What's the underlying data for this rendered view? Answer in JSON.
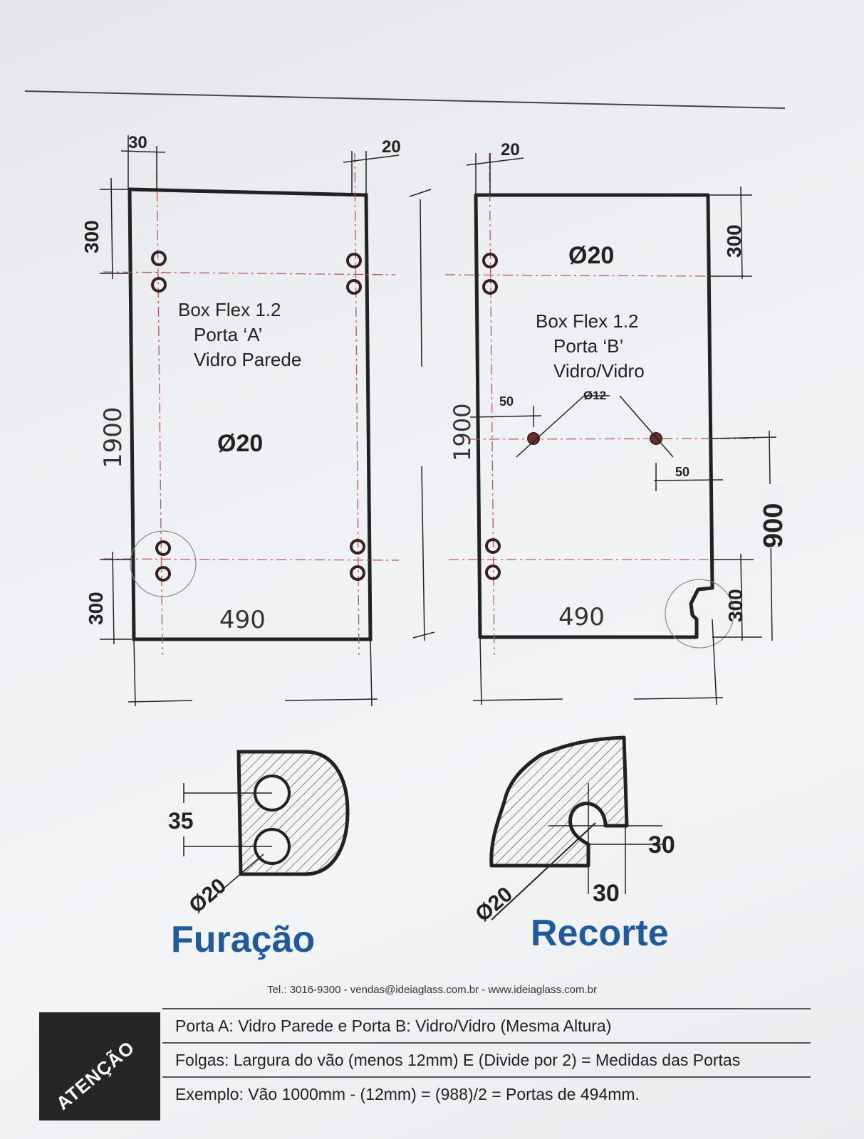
{
  "panels": {
    "a": {
      "label_line1": "Box Flex 1.2",
      "label_line2": "Porta ‘A’",
      "label_line3": "Vidro Parede",
      "hole_diameter": "Ø20",
      "width_hand": "490",
      "height_hand": "1900",
      "dim_top_offset": "30",
      "dim_right_offset": "20",
      "dim_top_hinge": "300",
      "dim_bottom_hinge": "300"
    },
    "b": {
      "label_line1": "Box Flex 1.2",
      "label_line2": "Porta ‘B’",
      "label_line3": "Vidro/Vidro",
      "hole_diameter": "Ø20",
      "handle_diameter": "Ø12",
      "width_hand": "490",
      "height_hand": "1900",
      "dim_top_offset": "20",
      "dim_handle_left": "50",
      "dim_handle_right": "50",
      "dim_top_hinge": "300",
      "dim_bottom_hinge": "300",
      "dim_handle_height": "900"
    }
  },
  "details": {
    "drilling": {
      "title": "Furação",
      "spacing": "35",
      "diameter": "Ø20"
    },
    "cutout": {
      "title": "Recorte",
      "depth": "30",
      "width": "30",
      "diameter": "Ø20"
    }
  },
  "contact": "Tel.: 3016-9300 - vendas@ideiaglass.com.br - www.ideiaglass.com.br",
  "attention": {
    "label": "ATENÇÃO",
    "notes": [
      "Porta A: Vidro Parede e Porta B: Vidro/Vidro (Mesma Altura)",
      "Folgas: Largura do vão (menos 12mm) E (Divide por 2) = Medidas das Portas",
      "Exemplo: Vão 1000mm - (12mm) = (988)/2 = Portas de 494mm."
    ]
  },
  "colors": {
    "line": "#222222",
    "centerline": "#d06a6a",
    "title_blue": "#1f5a9c",
    "attention_bg": "#262626"
  }
}
